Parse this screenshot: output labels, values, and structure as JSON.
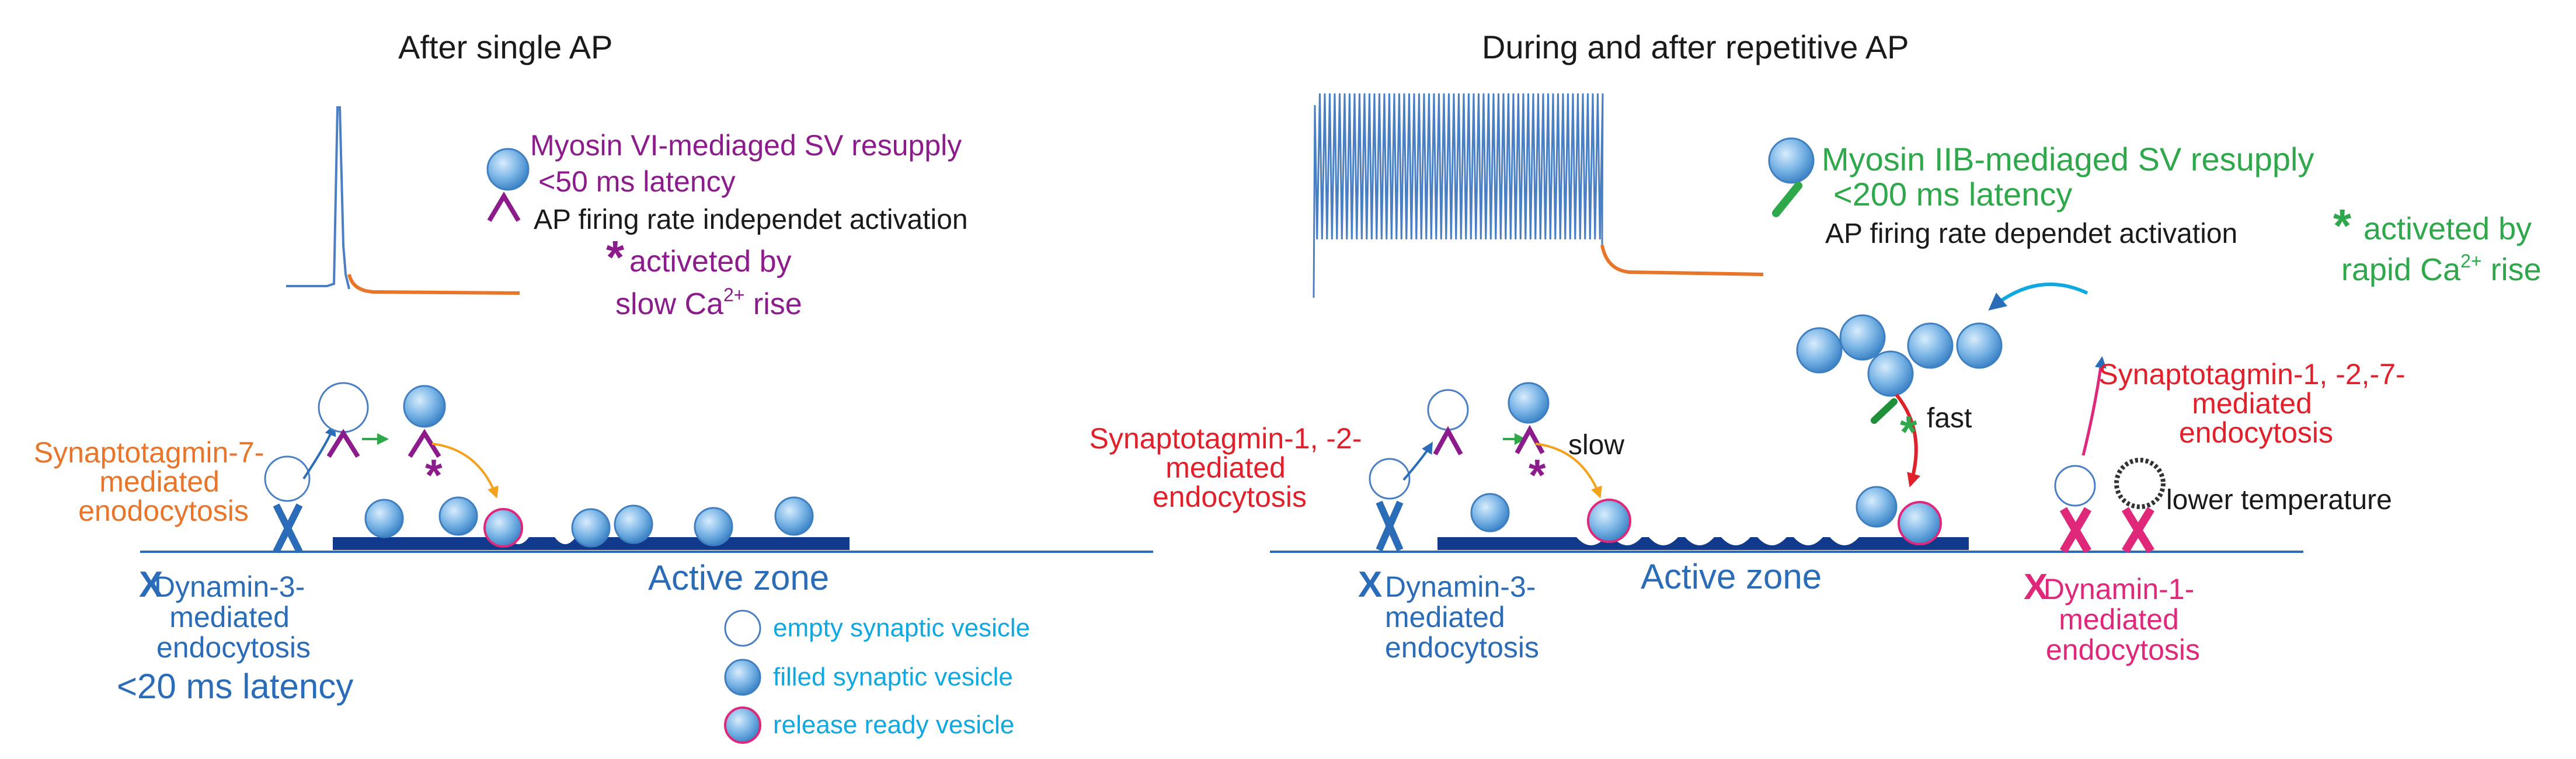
{
  "colors": {
    "purple": "#8c1b8c",
    "green": "#2ea84a",
    "dark_green": "#1f8f3a",
    "orange": "#e8752a",
    "red": "#e0202a",
    "magenta": "#e0287a",
    "blue": "#2a6cb8",
    "cyan": "#10a8e0",
    "navy": "#123a8c",
    "trace_blue": "#4b7fc4",
    "arrow_orange": "#f2a21c",
    "black": "#1a1a1a"
  },
  "left_panel": {
    "title": "After single AP",
    "myosin": {
      "title": "Myosin VI-mediaged SV resupply",
      "latency": "<50 ms latency",
      "activation": "AP firing rate independet activation",
      "asterisk": "*",
      "activated_line1": "activeted by",
      "activated_prefix": "slow Ca",
      "ca_superscript": "2+",
      "activated_suffix": " rise"
    },
    "syt_label": [
      "Synaptotagmin-7-",
      "mediated",
      "enodocytosis"
    ],
    "active_zone": "Active zone",
    "dynamin_mark": "X",
    "dynamin_label": [
      "Dynamin-3-",
      "mediated",
      "endocytosis"
    ],
    "latency_label": "<20 ms latency",
    "asterisk": "*"
  },
  "legend": {
    "items": [
      {
        "kind": "empty",
        "label": "empty synaptic vesicle"
      },
      {
        "kind": "filled",
        "label": "filled synaptic vesicle"
      },
      {
        "kind": "ready",
        "label": "release ready vesicle"
      }
    ]
  },
  "right_panel": {
    "title": "During and after repetitive AP",
    "myosin": {
      "title": "Myosin IIB-mediaged SV resupply",
      "latency": "<200 ms latency",
      "activation": "AP firing rate dependet activation",
      "asterisk": "*",
      "activated_line1": "activeted by",
      "activated_prefix": "rapid Ca",
      "ca_superscript": "2+",
      "activated_suffix": " rise"
    },
    "syt_left_label": [
      "Synaptotagmin-1, -2-",
      "mediated",
      "endocytosis"
    ],
    "syt_right_label": [
      "Synaptotagmin-1, -2,-7-",
      "mediated",
      "endocytosis"
    ],
    "slow_label": "slow",
    "fast_label": "fast",
    "asterisk": "*",
    "lower_temperature": "lower temperature",
    "active_zone": "Active zone",
    "dynamin3_mark": "X",
    "dynamin3_label": [
      "Dynamin-3-",
      "mediated",
      "endocytosis"
    ],
    "dynamin1_mark": "X",
    "dynamin1_label": [
      "Dynamin-1-",
      "mediated",
      "endocytosis"
    ]
  }
}
